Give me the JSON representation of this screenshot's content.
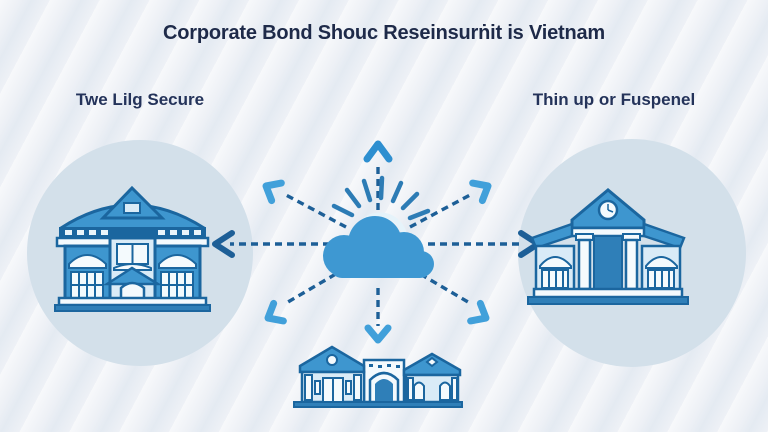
{
  "title": "Corporate Bond Shouc Reseinsurṅit is Vietnam",
  "labels": {
    "left": "Twe Lilg Secure",
    "right": "Thin up or Fuspenel"
  },
  "icons": {
    "center": "cloud-sun-icon",
    "left": "bank-building-icon",
    "right": "bank-clock-building-icon",
    "bottom": "civic-complex-building-icon",
    "arrows": [
      "up",
      "up-left",
      "up-right",
      "left",
      "right",
      "down-left",
      "down-right",
      "down"
    ]
  },
  "colors": {
    "background": "#eef1f6",
    "circle": "#d3e0ea",
    "text": "#1e2a49",
    "cloud": "#3e98d2",
    "sun_halo": "#e6f3fa",
    "ray": "#2d7cb5",
    "arrow": "#1d5f97",
    "arrowhead_up": "#2e8fd0",
    "arrowhead_light": "#41a0da",
    "building_outline": "#1b669f",
    "building_mid": "#3e96cf",
    "building_dark": "#2f7fb8",
    "building_light": "#d9ebf7"
  }
}
